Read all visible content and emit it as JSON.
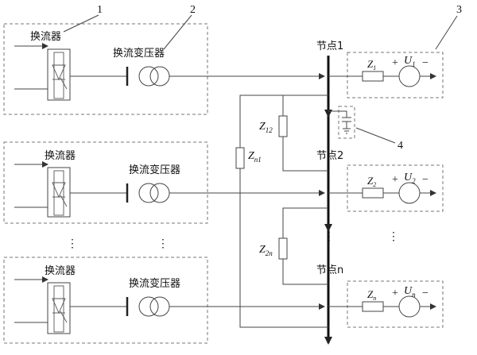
{
  "callouts": [
    "1",
    "2",
    "3",
    "4"
  ],
  "converter_label": "换流器",
  "transformer_label": "换流变压器",
  "nodes": [
    {
      "label": "节点1"
    },
    {
      "label": "节点2"
    },
    {
      "label": "节点n"
    }
  ],
  "line_impedances": [
    {
      "main": "Z",
      "sub": "12"
    },
    {
      "main": "Z",
      "sub": "n1"
    },
    {
      "main": "Z",
      "sub": "2n"
    }
  ],
  "sources": [
    {
      "z_main": "Z",
      "z_sub": "1",
      "u_main": "U",
      "u_sub": "1",
      "plus": "+",
      "minus": "−"
    },
    {
      "z_main": "Z",
      "z_sub": "2",
      "u_main": "U",
      "u_sub": "2",
      "plus": "+",
      "minus": "−"
    },
    {
      "z_main": "Z",
      "z_sub": "n",
      "u_main": "U",
      "u_sub": "n",
      "plus": "+",
      "minus": "−"
    }
  ],
  "ellipsis": "⋮"
}
